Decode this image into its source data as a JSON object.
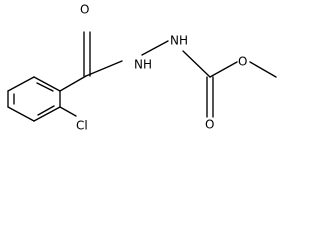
{
  "structure": {
    "atoms": {
      "carbonyl_oxygen_left": "O",
      "hydrazide_nh": "NH",
      "hydrazine_nh": "NH",
      "carbamate_ester_oxygen": "O",
      "carbamate_carbonyl_oxygen": "O",
      "chlorine": "Cl"
    }
  }
}
